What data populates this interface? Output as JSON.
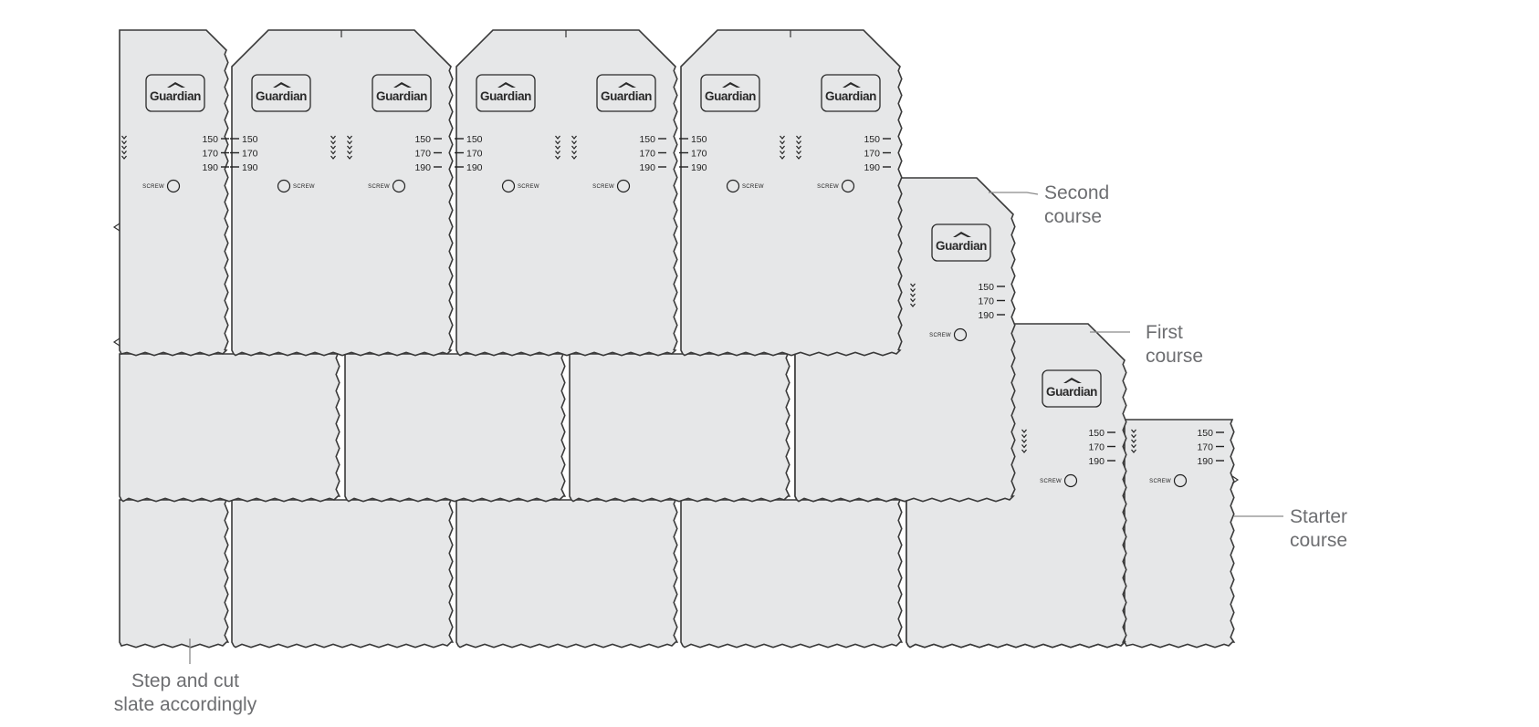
{
  "labels": {
    "second_course": [
      "Second",
      "course"
    ],
    "first_course": [
      "First",
      "course"
    ],
    "starter_course": [
      "Starter",
      "course"
    ],
    "step_and_cut": [
      "Step and cut",
      "slate accordingly"
    ]
  },
  "slate_markings": {
    "brand": "Guardian",
    "gauges": [
      "150",
      "170",
      "190"
    ],
    "screw": "SCREW"
  },
  "colors": {
    "slate_fill": "#e6e7e8",
    "outline": "#3a3a3a",
    "label_text": "#6d6e71"
  }
}
